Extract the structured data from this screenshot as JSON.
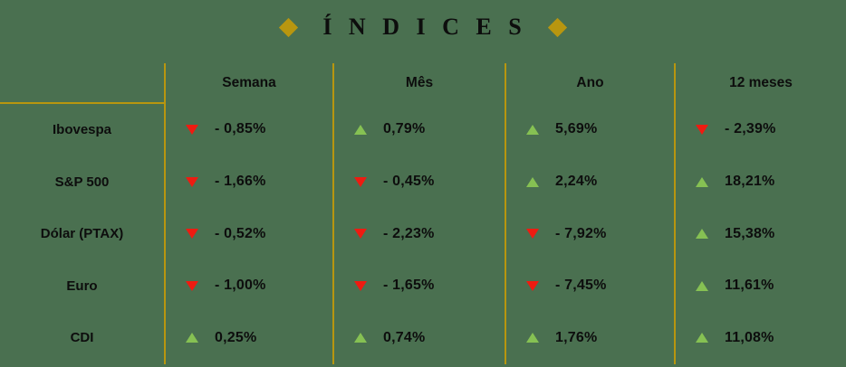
{
  "header": {
    "title": "Í N D I C E S",
    "ornament_left": "diamond-ornament",
    "ornament_right": "diamond-ornament"
  },
  "colors": {
    "background": "#4a7050",
    "rule": "#b8960f",
    "accent_gold": "#b8960f",
    "up": "#86c153",
    "down": "#ee1b11",
    "text": "#0d0d0d"
  },
  "table": {
    "corner_label": "",
    "columns": [
      "Semana",
      "Mês",
      "Ano",
      "12 meses"
    ],
    "rows": [
      {
        "label": "Ibovespa",
        "cells": [
          {
            "value": "- 0,85%",
            "dir": "down"
          },
          {
            "value": "0,79%",
            "dir": "up"
          },
          {
            "value": "5,69%",
            "dir": "up"
          },
          {
            "value": "- 2,39%",
            "dir": "down"
          }
        ]
      },
      {
        "label": "S&P 500",
        "cells": [
          {
            "value": "- 1,66%",
            "dir": "down"
          },
          {
            "value": "- 0,45%",
            "dir": "down"
          },
          {
            "value": "2,24%",
            "dir": "up"
          },
          {
            "value": "18,21%",
            "dir": "up"
          }
        ]
      },
      {
        "label": "Dólar (PTAX)",
        "cells": [
          {
            "value": "- 0,52%",
            "dir": "down"
          },
          {
            "value": "- 2,23%",
            "dir": "down"
          },
          {
            "value": "- 7,92%",
            "dir": "down"
          },
          {
            "value": "15,38%",
            "dir": "up"
          }
        ]
      },
      {
        "label": "Euro",
        "cells": [
          {
            "value": "- 1,00%",
            "dir": "down"
          },
          {
            "value": "- 1,65%",
            "dir": "down"
          },
          {
            "value": "- 7,45%",
            "dir": "down"
          },
          {
            "value": "11,61%",
            "dir": "up"
          }
        ]
      },
      {
        "label": "CDI",
        "cells": [
          {
            "value": "0,25%",
            "dir": "up"
          },
          {
            "value": "0,74%",
            "dir": "up"
          },
          {
            "value": "1,76%",
            "dir": "up"
          },
          {
            "value": "11,08%",
            "dir": "up"
          }
        ]
      }
    ]
  }
}
